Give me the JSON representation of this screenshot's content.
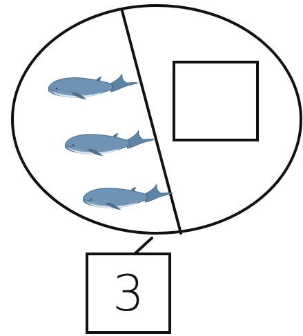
{
  "number_bond": {
    "total": "3",
    "left_part": {
      "whale_count": 3,
      "icon": "blue-whale"
    },
    "right_part": {
      "answer_box": ""
    }
  },
  "colors": {
    "outline": "#111111",
    "whale_body": "#6f93b4",
    "whale_dark": "#4f7191",
    "whale_belly": "#dbe6ee",
    "background": "#ffffff"
  }
}
